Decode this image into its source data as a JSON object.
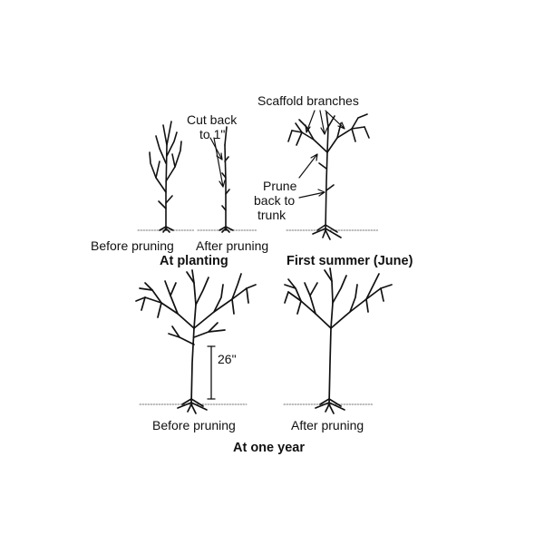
{
  "labels": {
    "cut_back_line1": "Cut back",
    "cut_back_line2": "to 1\"",
    "scaffold_branches": "Scaffold branches",
    "prune_line1": "Prune",
    "prune_line2": "back to",
    "prune_line3": "trunk",
    "before_pruning_top": "Before pruning",
    "after_pruning_top": "After pruning",
    "at_planting": "At planting",
    "first_summer": "First summer (June)",
    "height_marker": "26\"",
    "before_pruning_bottom": "Before pruning",
    "after_pruning_bottom": "After pruning",
    "at_one_year": "At one year"
  },
  "colors": {
    "ink": "#111111",
    "ground": "#777777"
  }
}
